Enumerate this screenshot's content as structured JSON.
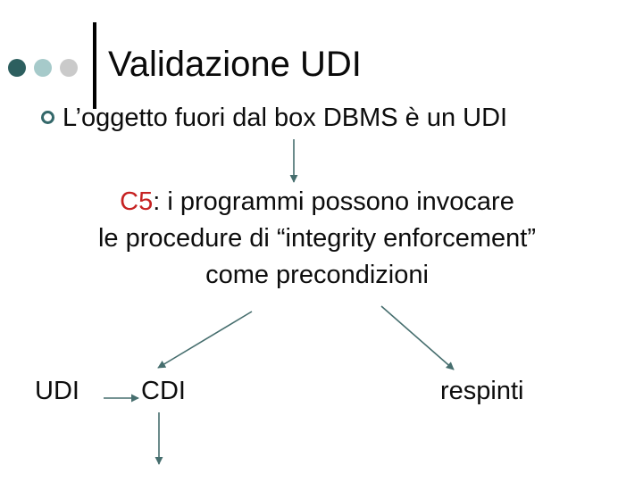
{
  "slide": {
    "title": "Validazione UDI",
    "bullet": {
      "text": "L’oggetto fuori dal box DBMS è un UDI"
    },
    "statement": {
      "highlight": "C5",
      "line1_rest": ": i programmi possono invocare",
      "line2": "le procedure di “integrity enforcement”",
      "line3": "come precondizioni"
    },
    "diagram": {
      "udi": "UDI",
      "cdi": "CDI",
      "respinti": "respinti"
    },
    "icons": {
      "bullet": "circle-outline-bullet-icon",
      "arrow_1": "down-arrow-icon",
      "arrow_2": "down-left-arrow-icon",
      "arrow_3": "down-right-arrow-icon",
      "arrow_4": "right-arrow-icon",
      "arrow_5": "down-arrow-icon"
    },
    "colors": {
      "title_text": "#0a0a0a",
      "body_text": "#0d0d0d",
      "highlight_red": "#c62222",
      "arrow": "#466e6e",
      "dot_dark_teal": "#2d5f5f",
      "dot_light_teal": "#a6caca",
      "dot_gray": "#cacaca",
      "bullet_ring": "#34686a",
      "divider": "#000000"
    }
  }
}
